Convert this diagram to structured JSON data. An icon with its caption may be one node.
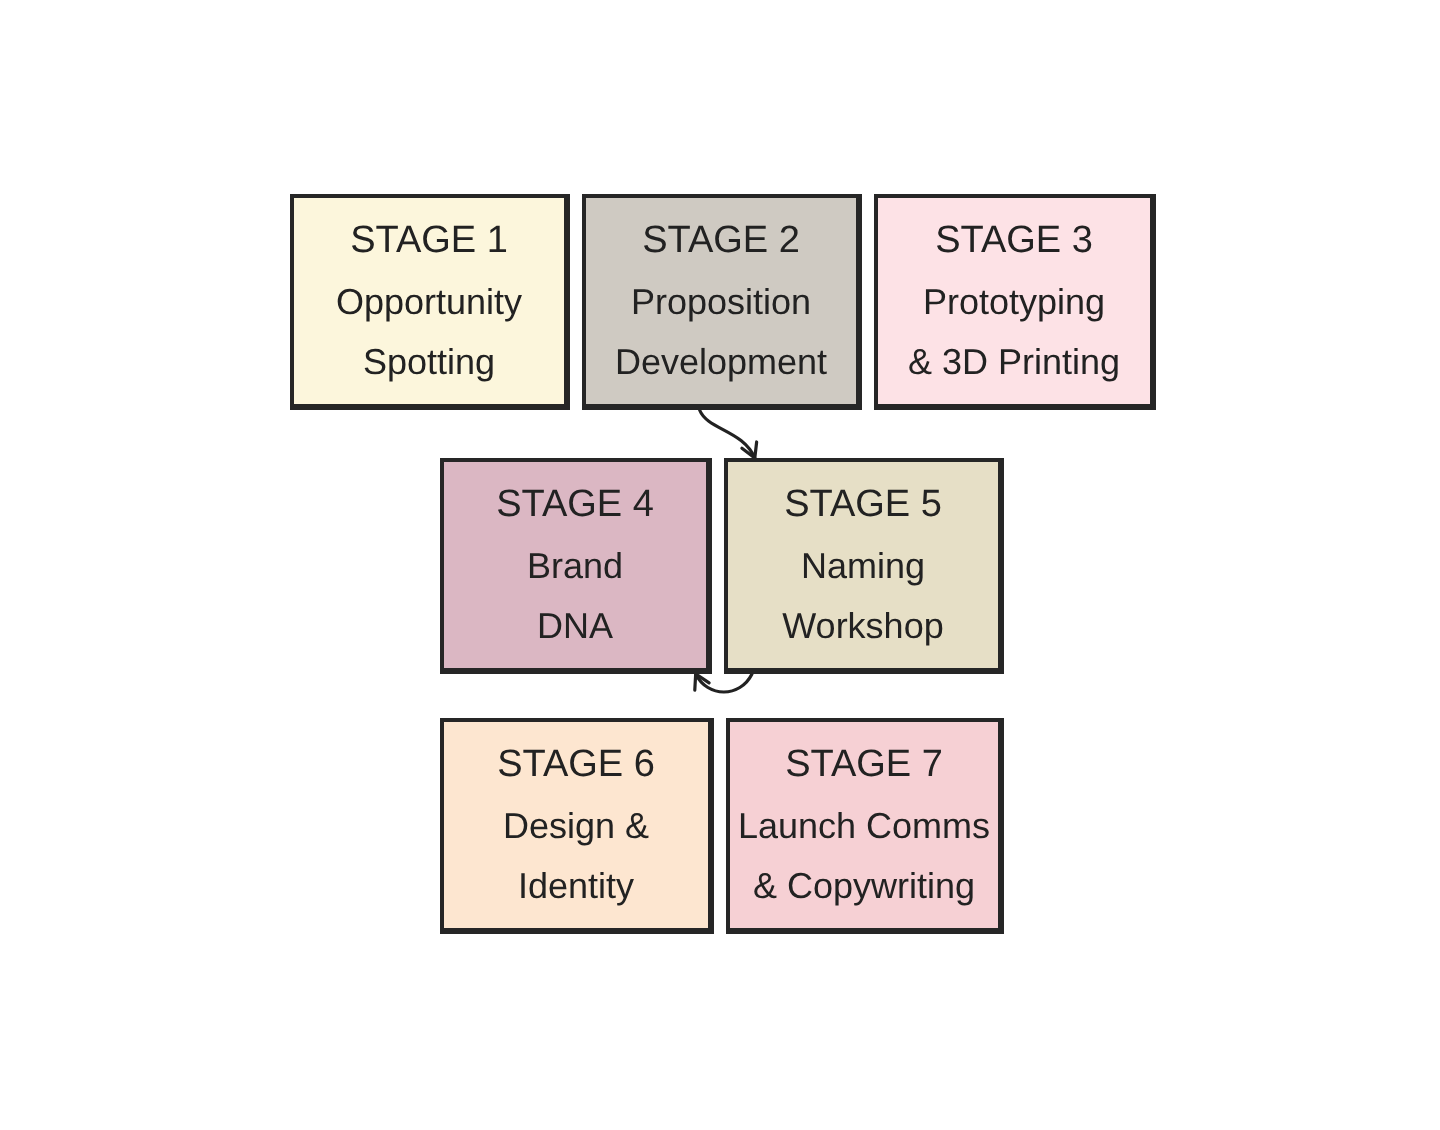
{
  "diagram": {
    "nodes": [
      {
        "text": [
          "STAGE 1",
          "Opportunity Spotting"
        ]
      },
      {
        "text": [
          "STAGE 2",
          "Proposition Development"
        ]
      },
      {
        "text": [
          "STAGE 3",
          "Prototyping & 3D Printing"
        ]
      },
      {
        "text": [
          "STAGE 4",
          "Brand DNA"
        ]
      },
      {
        "text": [
          "STAGE 5",
          "Naming Workshop"
        ]
      },
      {
        "text": [
          "STAGE 6",
          "Design & Identity"
        ]
      },
      {
        "text": [
          "STAGE 7",
          "Launch Comms & Copywriting"
        ]
      }
    ],
    "edges": [
      {
        "from": 1,
        "to": 4,
        "arrow": "to"
      },
      {
        "from": 4,
        "to": 3,
        "arrow": "to"
      }
    ]
  }
}
